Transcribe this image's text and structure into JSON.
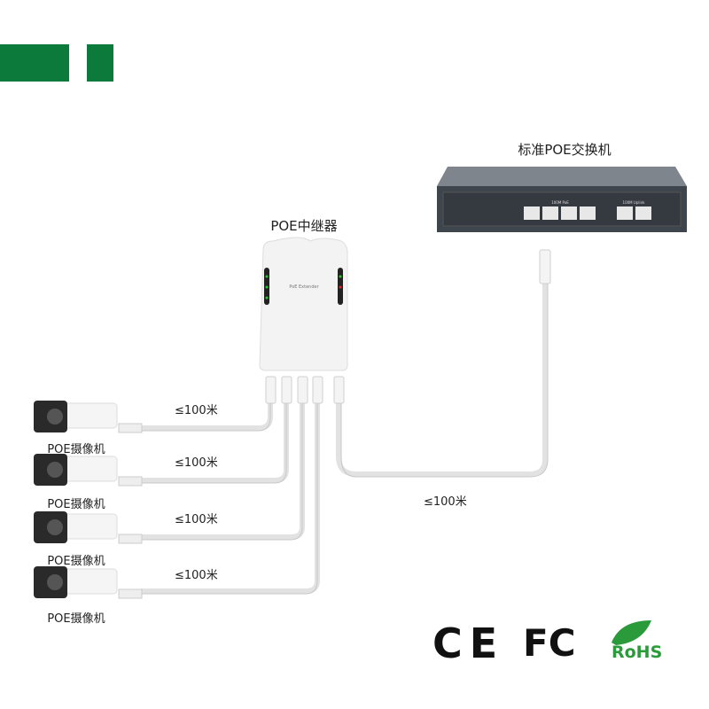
{
  "colors": {
    "brand_green": "#0b7a3a",
    "cable": "#e4e4e4",
    "switch_body": "#4a5058"
  },
  "switch": {
    "title": "标准POE交换机",
    "poe_label": "100M PoE",
    "uplink_label": "100M Uplink"
  },
  "extender": {
    "title": "POE中继器",
    "device_text": "PoE Extender"
  },
  "cameras": [
    {
      "label": "POE摄像机",
      "distance": "≤100米"
    },
    {
      "label": "POE摄像机",
      "distance": "≤100米"
    },
    {
      "label": "POE摄像机",
      "distance": "≤100米"
    },
    {
      "label": "POE摄像机",
      "distance": "≤100米"
    }
  ],
  "uplink_distance": "≤100米",
  "certifications": {
    "ce": "CE",
    "fc": "FC",
    "rohs": "RoHS"
  }
}
